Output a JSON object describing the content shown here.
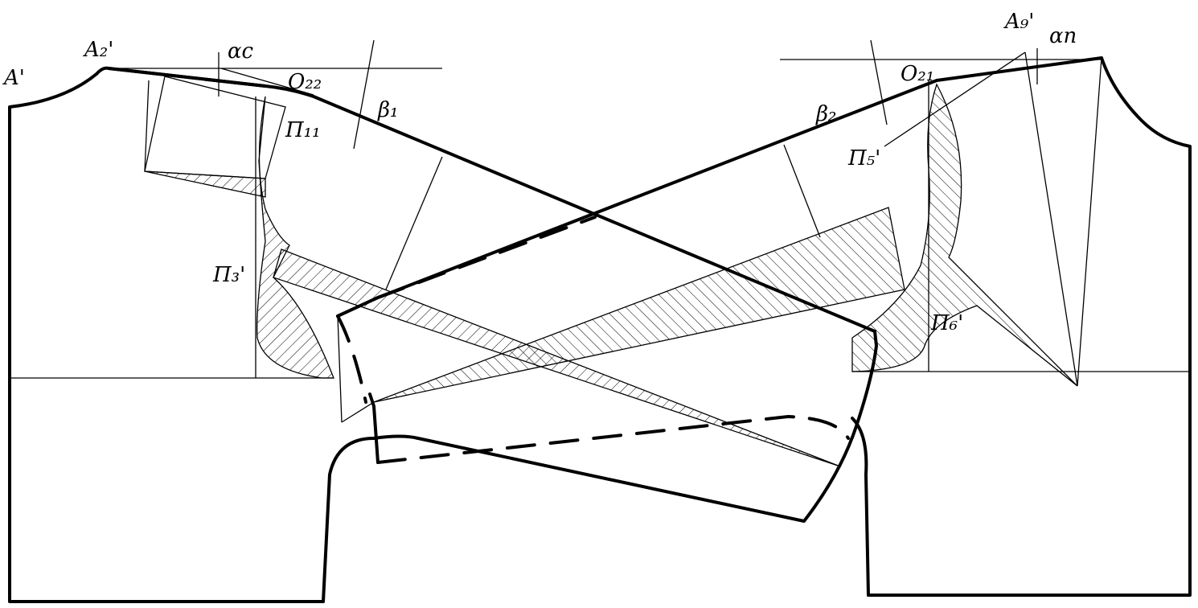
{
  "labels": {
    "A1": "A'",
    "A2": "A₂'",
    "alpha_c": "αc",
    "O22": "O₂₂",
    "beta1": "β₁",
    "P11": "П₁₁",
    "P3": "П₃'",
    "A9": "A₉'",
    "alpha_p": "αп",
    "O21": "O₂₁",
    "beta2": "β₂",
    "P5": "П₅'",
    "P6": "П₆'"
  }
}
